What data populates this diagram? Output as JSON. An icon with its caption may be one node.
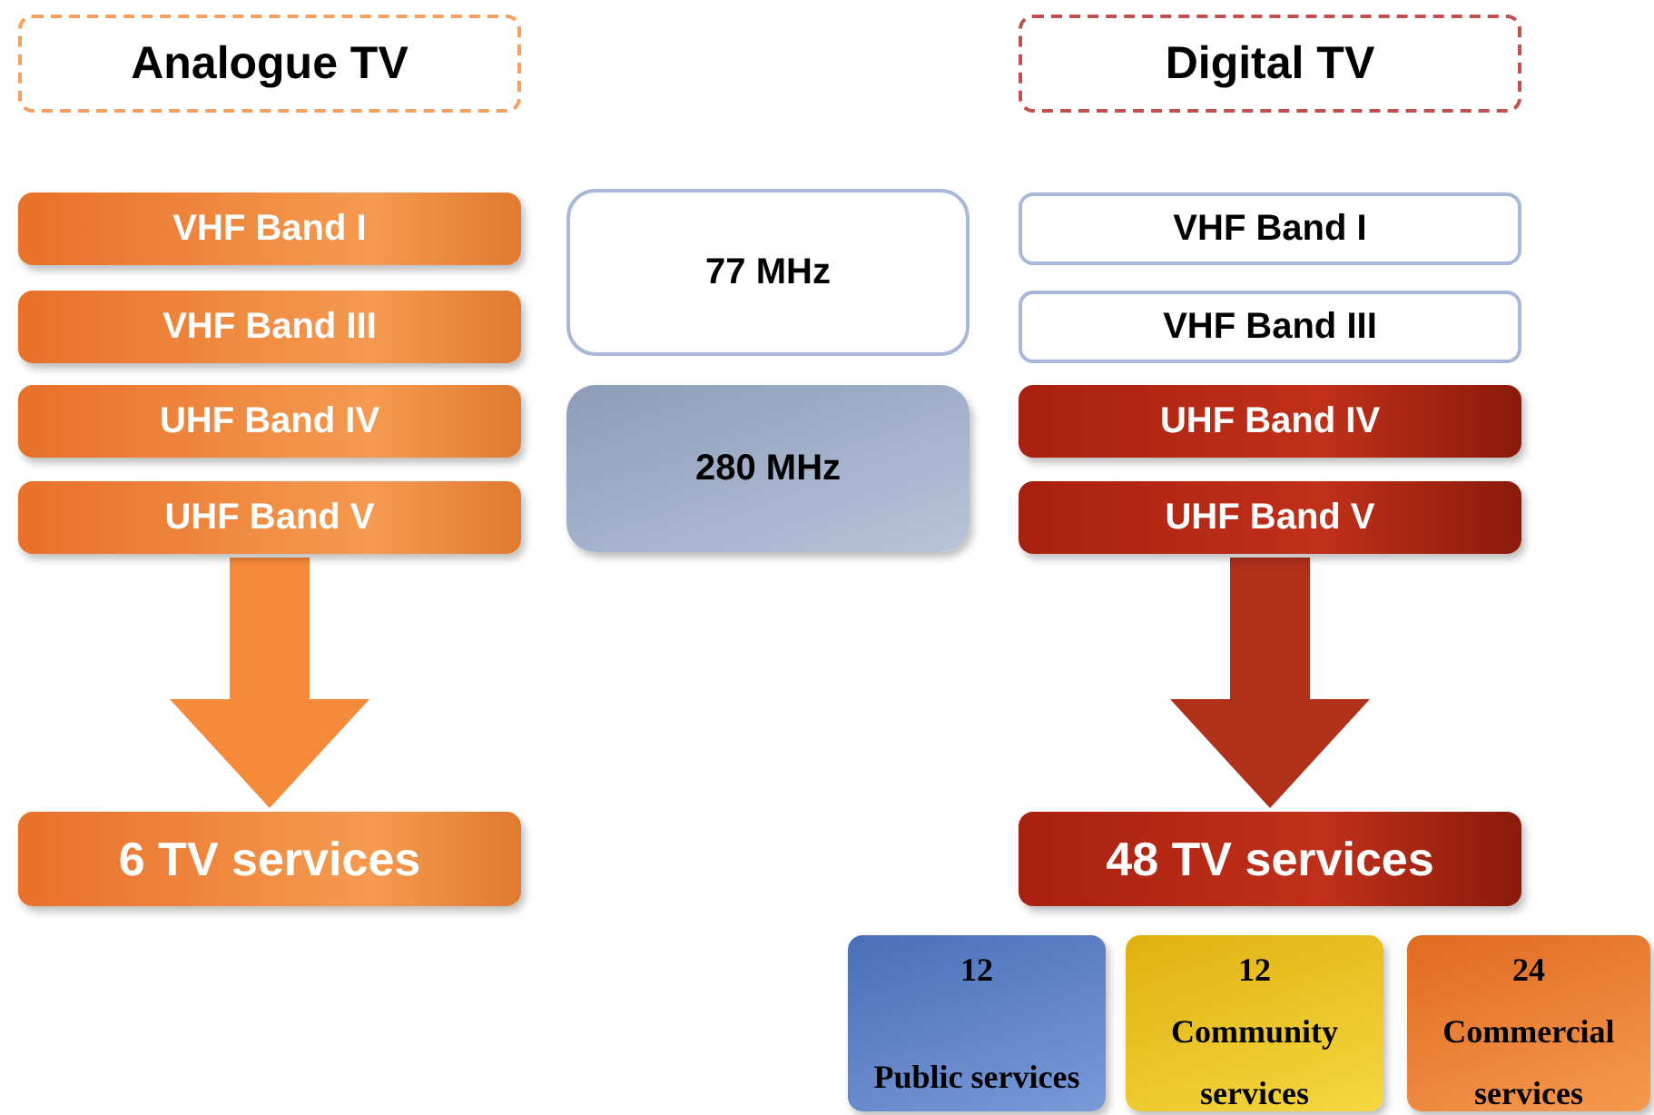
{
  "diagram": {
    "nodes": [
      {
        "text": [
          "Analogue TV"
        ]
      },
      {
        "text": [
          "Digital TV"
        ]
      },
      {
        "text": [
          "VHF Band I"
        ]
      },
      {
        "text": [
          "VHF Band III"
        ]
      },
      {
        "text": [
          "UHF Band IV"
        ]
      },
      {
        "text": [
          "UHF Band V"
        ]
      },
      {
        "text": [
          "77 MHz"
        ]
      },
      {
        "text": [
          "280 MHz"
        ]
      },
      {
        "text": [
          "VHF Band I"
        ]
      },
      {
        "text": [
          "VHF Band III"
        ]
      },
      {
        "text": [
          "UHF Band IV"
        ]
      },
      {
        "text": [
          "UHF Band V"
        ]
      },
      {
        "text": [
          "6 TV services"
        ]
      },
      {
        "text": [
          "48 TV services"
        ]
      },
      {
        "text": [
          "12",
          "Public services"
        ]
      },
      {
        "text": [
          "12",
          "Community services"
        ]
      },
      {
        "text": [
          "24",
          "Commercial services"
        ]
      }
    ],
    "edges": [
      {
        "from": 5,
        "to": 12,
        "arrow": "to",
        "color": "#f58a3a"
      },
      {
        "from": 11,
        "to": 13,
        "arrow": "to",
        "color": "#b0301a"
      }
    ]
  }
}
